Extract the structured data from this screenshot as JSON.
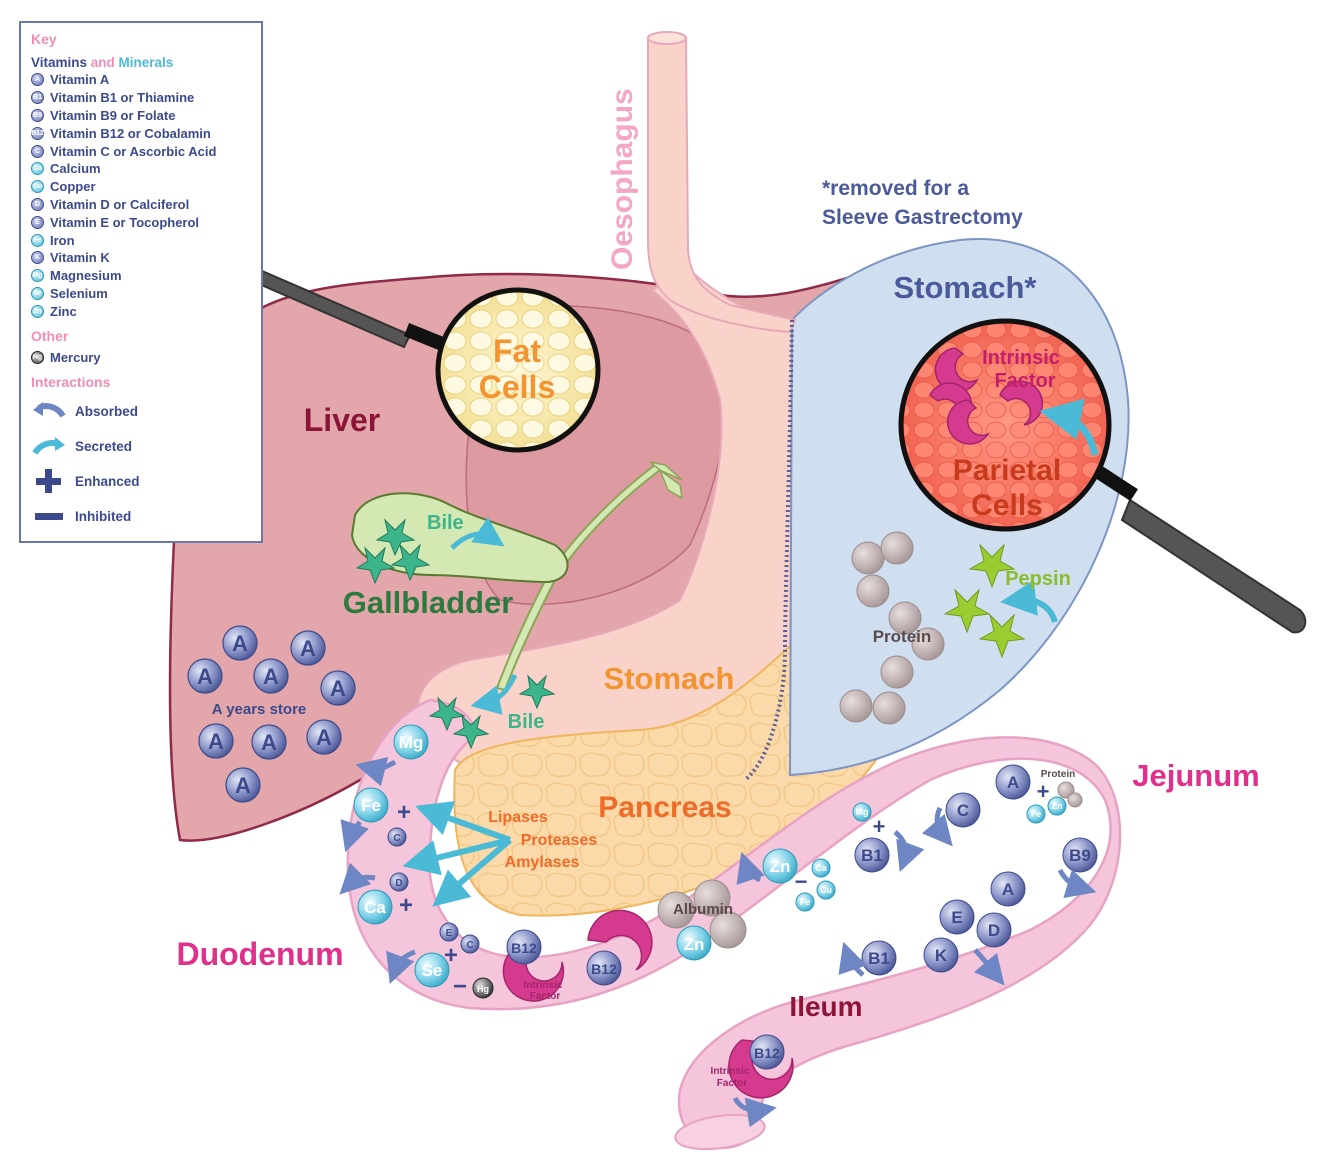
{
  "key": {
    "title": "Key",
    "vm_vitamins": "Vitamins",
    "vm_and": " and ",
    "vm_minerals": "Minerals",
    "nutrients": [
      {
        "symbol": "A",
        "label": "Vitamin A",
        "kind": "vitamin"
      },
      {
        "symbol": "B1",
        "label": "Vitamin B1 or Thiamine",
        "kind": "vitamin"
      },
      {
        "symbol": "B9",
        "label": "Vitamin B9 or Folate",
        "kind": "vitamin"
      },
      {
        "symbol": "B12",
        "label": "Vitamin B12 or Cobalamin",
        "kind": "vitamin"
      },
      {
        "symbol": "C",
        "label": "Vitamin C or Ascorbic Acid",
        "kind": "vitamin"
      },
      {
        "symbol": "Ca",
        "label": "Calcium",
        "kind": "mineral"
      },
      {
        "symbol": "Cu",
        "label": "Copper",
        "kind": "mineral"
      },
      {
        "symbol": "D",
        "label": "Vitamin D or Calciferol",
        "kind": "vitamin"
      },
      {
        "symbol": "E",
        "label": "Vitamin E or Tocopherol",
        "kind": "vitamin"
      },
      {
        "symbol": "Fe",
        "label": "Iron",
        "kind": "mineral"
      },
      {
        "symbol": "K",
        "label": "Vitamin K",
        "kind": "vitamin"
      },
      {
        "symbol": "Mg",
        "label": "Magnesium",
        "kind": "mineral"
      },
      {
        "symbol": "Se",
        "label": "Selenium",
        "kind": "mineral"
      },
      {
        "symbol": "Zn",
        "label": "Zinc",
        "kind": "mineral"
      }
    ],
    "other_title": "Other",
    "other": [
      {
        "symbol": "Hg",
        "label": "Mercury"
      }
    ],
    "interactions_title": "Interactions",
    "interactions": [
      {
        "label": "Absorbed",
        "icon": "curved-arrow-left-icon"
      },
      {
        "label": "Secreted",
        "icon": "curved-arrow-right-icon"
      },
      {
        "label": "Enhanced",
        "icon": "plus-icon"
      },
      {
        "label": "Inhibited",
        "icon": "minus-icon"
      }
    ]
  },
  "labels": {
    "oesophagus": "Oesophagus",
    "removed_note_line1": "*removed for a",
    "removed_note_line2": "Sleeve Gastrectomy",
    "stomach_removed": "Stomach*",
    "intrinsic_factor_l1": "Intrinsic",
    "intrinsic_factor_l2": "Factor",
    "parietal_l1": "Parietal",
    "parietal_l2": "Cells",
    "fat_l1": "Fat",
    "fat_l2": "Cells",
    "liver": "Liver",
    "bile_gallbladder": "Bile",
    "gallbladder": "Gallbladder",
    "pepsin": "Pepsin",
    "protein": "Protein",
    "stomach": "Stomach",
    "bile_duodenum": "Bile",
    "a_store": "A years store",
    "pancreas": "Pancreas",
    "lipases": "Lipases",
    "proteases": "Proteases",
    "amylases": "Amylases",
    "jejunum": "Jejunum",
    "protein_small": "Protein",
    "albumin": "Albumin",
    "duodenum": "Duodenum",
    "intrinsic_small_l1": "Intrinsic",
    "intrinsic_small_l2": "Factor",
    "ileum": "Ileum"
  },
  "colors": {
    "vitamin": "#6a77b4",
    "mineral": "#4bbad6",
    "liver": "#e3a6ab",
    "stomach_removed": "#cfdfef",
    "intestine": "#f5c6db",
    "pancreas": "#fbd9a8",
    "gallbladder": "#d4e8b4",
    "magenta": "#e1308c",
    "orange": "#f39432",
    "green": "#2d8a4e"
  }
}
